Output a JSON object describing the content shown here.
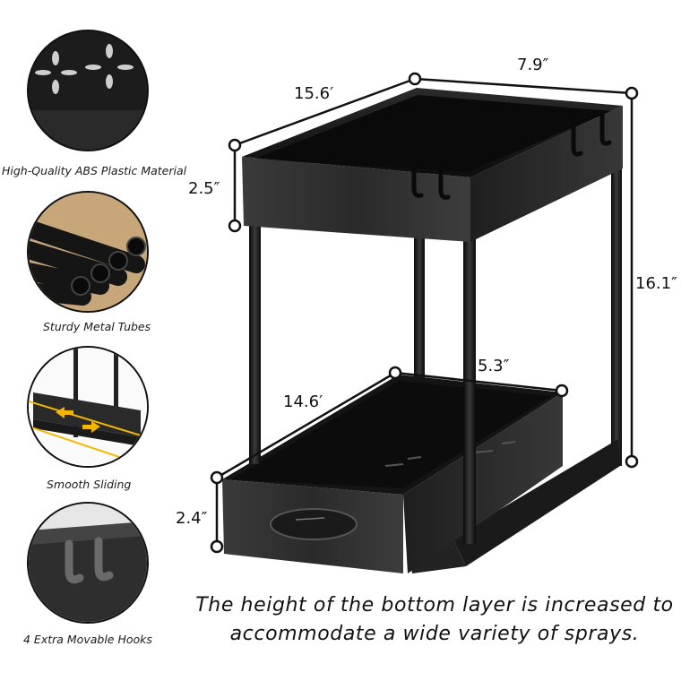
{
  "features": [
    {
      "label": "High-Quality ABS Plastic Material",
      "icon": "abs-plastic-detail-icon"
    },
    {
      "label": "Sturdy Metal Tubes",
      "icon": "metal-tubes-detail-icon"
    },
    {
      "label": "Smooth Sliding",
      "icon": "sliding-drawer-detail-icon"
    },
    {
      "label": "4 Extra Movable Hooks",
      "icon": "hooks-detail-icon"
    }
  ],
  "dimensions": {
    "top_length": "15.6′",
    "top_width": "7.9″",
    "top_height": "2.5″",
    "total_height": "16.1″",
    "bottom_length": "14.6′",
    "bottom_width": "5.3″",
    "bottom_height": "2.4″"
  },
  "caption": {
    "line1": "The height of the bottom layer is increased to",
    "line2": "accommodate a wide variety of sprays."
  },
  "colors": {
    "shelf": "#1c1c1c",
    "accent_arrow": "#f2b705",
    "background": "#ffffff"
  }
}
